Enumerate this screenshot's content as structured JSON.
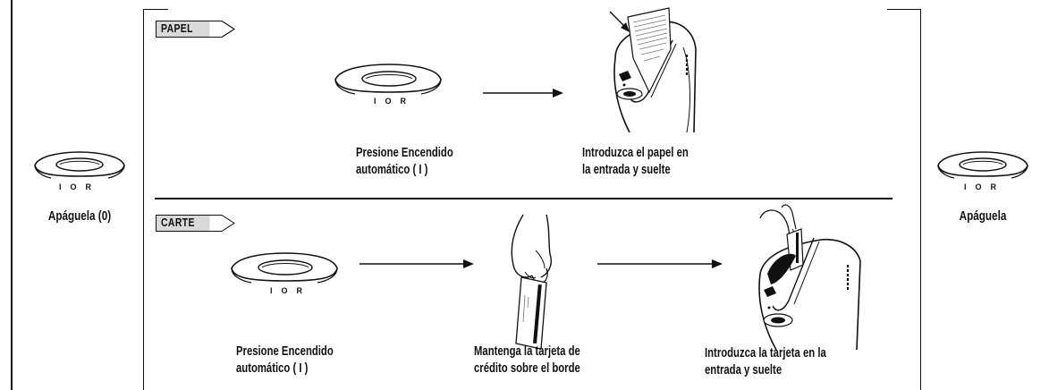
{
  "left_panel": {
    "switch_labels": [
      "I",
      "O",
      "R"
    ],
    "caption": "Apáguela (0)"
  },
  "right_panel": {
    "switch_labels": [
      "I",
      "O",
      "R"
    ],
    "caption": "Apáguela"
  },
  "paper_section": {
    "tag": "PAPEL",
    "switch_labels": [
      "I",
      "O",
      "R"
    ],
    "step1": {
      "line1": "Presione Encendido",
      "line2": "automático ( I )"
    },
    "step2": {
      "line1": "Introduzca el papel en",
      "line2": "la entrada y suelte"
    }
  },
  "card_section": {
    "tag": "CARTE",
    "switch_labels": [
      "I",
      "O",
      "R"
    ],
    "step1": {
      "line1": "Presione Encendido",
      "line2": "automático ( I )"
    },
    "step2": {
      "line1": "Mantenga la tarjeta de",
      "line2": "crédito sobre el borde"
    },
    "step3": {
      "line1": "Introduzca la tarjeta en la",
      "line2": "entrada y suelte"
    }
  }
}
